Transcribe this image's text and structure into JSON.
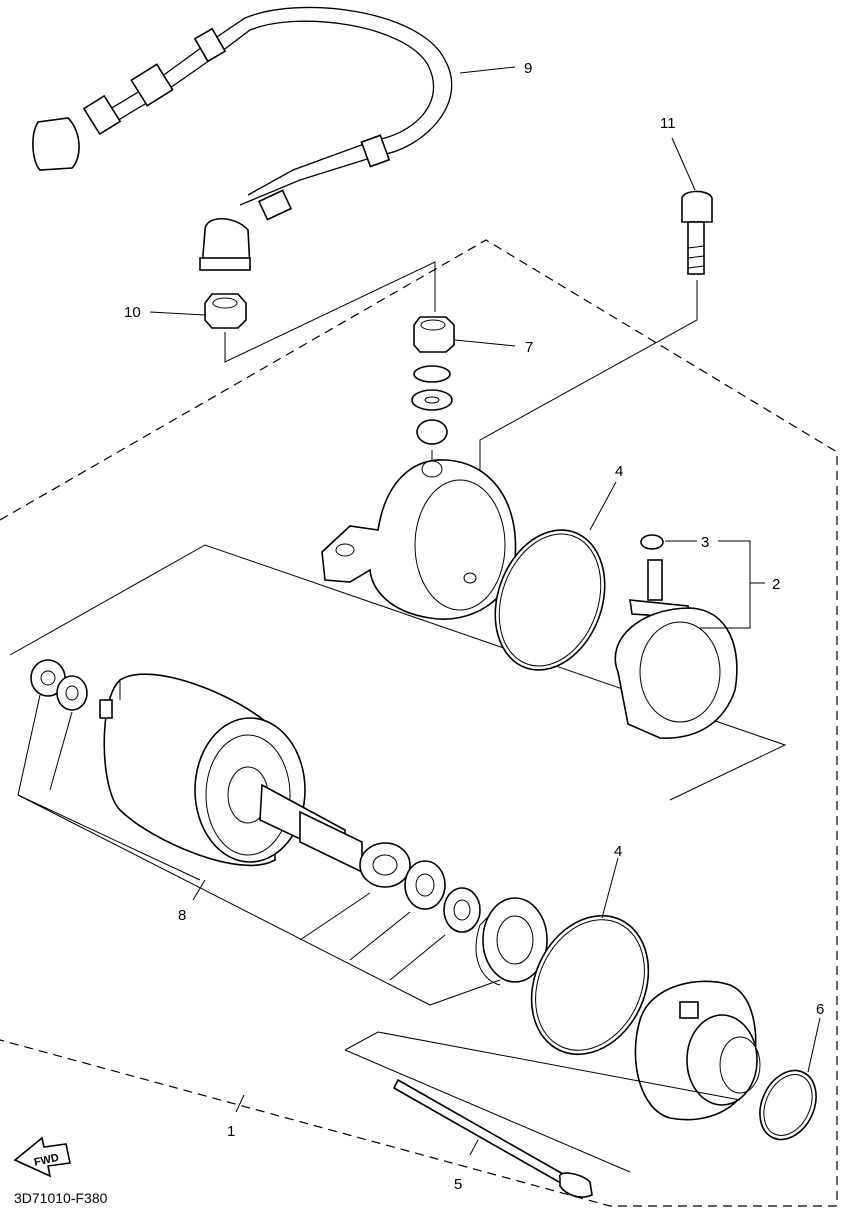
{
  "diagram": {
    "code": "3D71010-F380",
    "fwd_label": "FWD",
    "callouts": [
      {
        "id": "c1",
        "text": "1"
      },
      {
        "id": "c2",
        "text": "2"
      },
      {
        "id": "c3",
        "text": "3"
      },
      {
        "id": "c4a",
        "text": "4"
      },
      {
        "id": "c4b",
        "text": "4"
      },
      {
        "id": "c5",
        "text": "5"
      },
      {
        "id": "c6",
        "text": "6"
      },
      {
        "id": "c7",
        "text": "7"
      },
      {
        "id": "c8",
        "text": "8"
      },
      {
        "id": "c9",
        "text": "9"
      },
      {
        "id": "c10",
        "text": "10"
      },
      {
        "id": "c11",
        "text": "11"
      }
    ]
  }
}
